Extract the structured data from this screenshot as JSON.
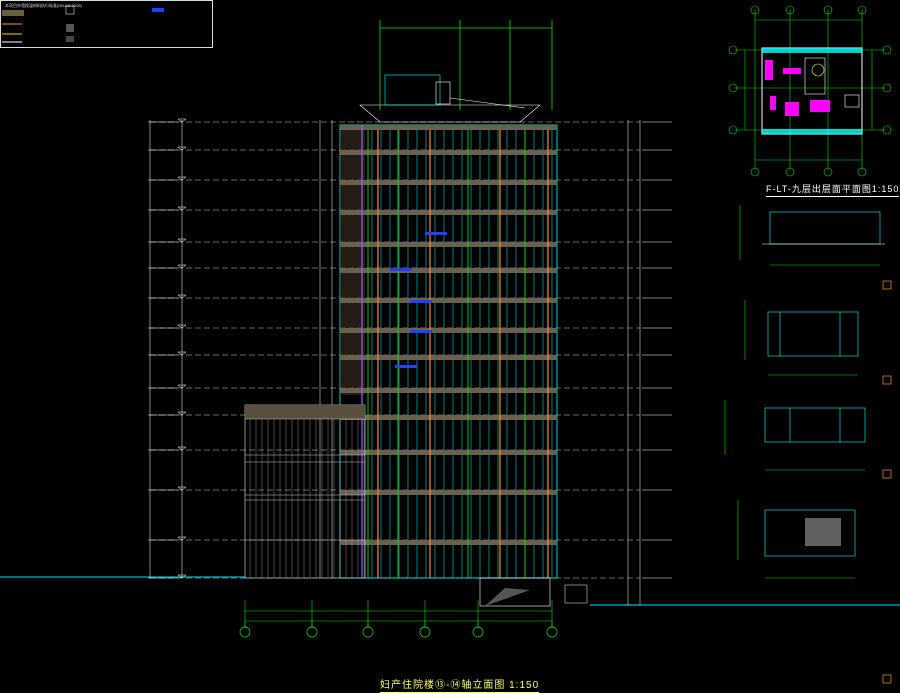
{
  "drawing": {
    "main_title": "妇产住院楼⑬-⑭轴立面图 1:150",
    "plan_title": "F-LT-九层出层面平面图1:150",
    "legend_header": "本项目外墙保温材料执行标准(DBJ15-2008)"
  },
  "colors": {
    "background": "#000000",
    "ground_line": "#00b4c8",
    "grid_line": "#ffffff",
    "facade_cyan": "#00ffff",
    "facade_green": "#00e000",
    "facade_orange": "#ff8c1a",
    "facade_purple": "#9b59ff",
    "accent_magenta": "#ff00ff",
    "accent_blue": "#2040ff"
  },
  "icons": [
    "axis-bubble-icon",
    "elevation-marker-icon",
    "section-marker-icon"
  ]
}
